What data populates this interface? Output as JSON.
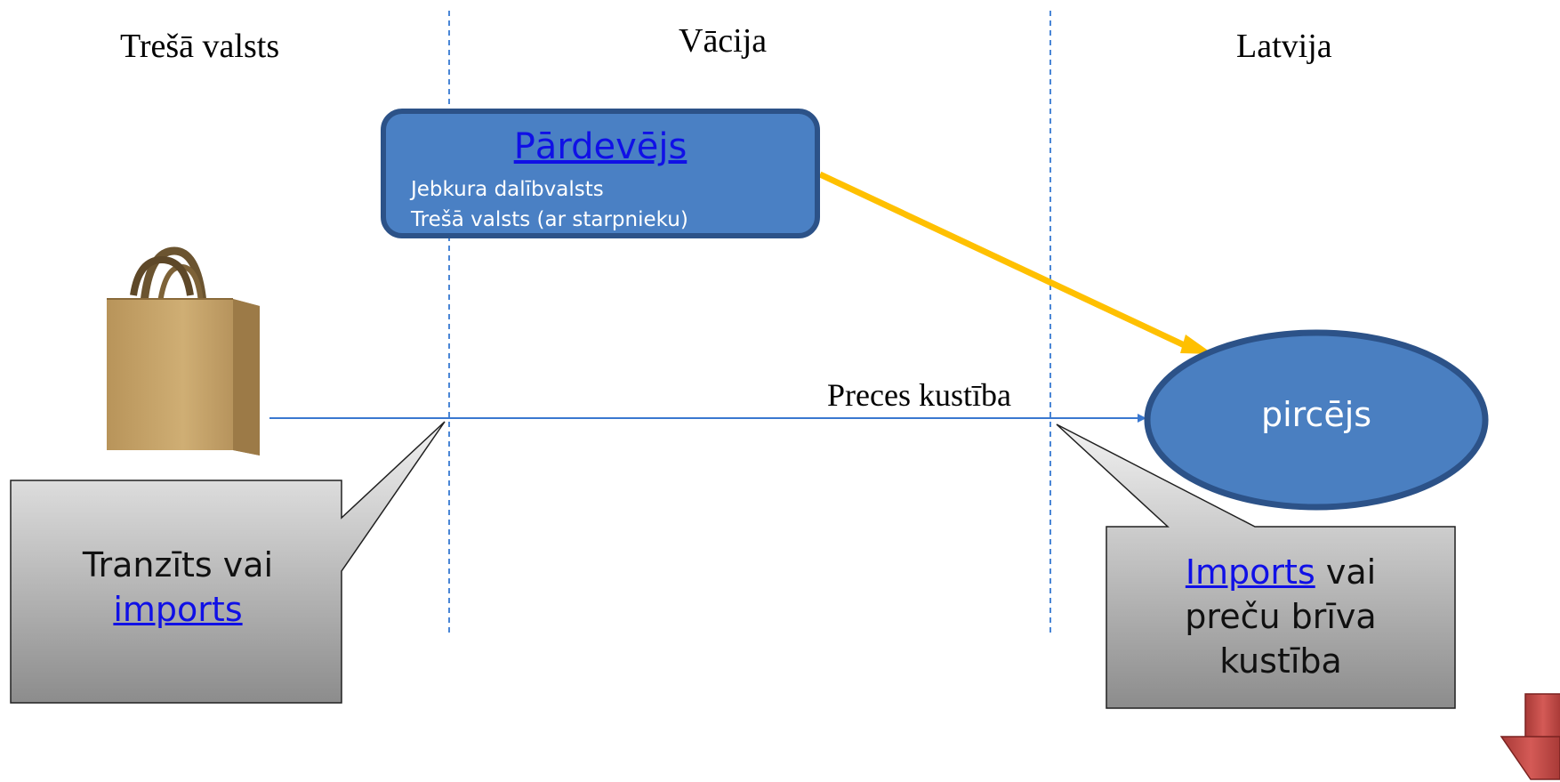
{
  "regions": {
    "third_country": "Trešā valsts",
    "germany": "Vācija",
    "latvia": "Latvija"
  },
  "seller": {
    "title": "Pārdevējs",
    "line1": "Jebkura dalībvalsts",
    "line2": "Trešā valsts (ar starpnieku)"
  },
  "buyer": {
    "label": "pircējs"
  },
  "goods_movement": {
    "label": "Preces kustība"
  },
  "callout_left": {
    "text1": "Tranzīts vai",
    "link": "imports"
  },
  "callout_right": {
    "link": "Imports",
    "text1": " vai",
    "text2": "preču brīva",
    "text3": "kustība"
  },
  "icons": {
    "goods": "shopping-bag-icon",
    "next": "down-arrow-icon"
  },
  "colors": {
    "seller_fill": "#4a80c4",
    "buyer_fill": "#4a7fc1",
    "seller_arrow": "#ffc000",
    "movement_arrow": "#3a78d0",
    "link": "#1010e6",
    "nav_arrow": "#c0504d"
  }
}
